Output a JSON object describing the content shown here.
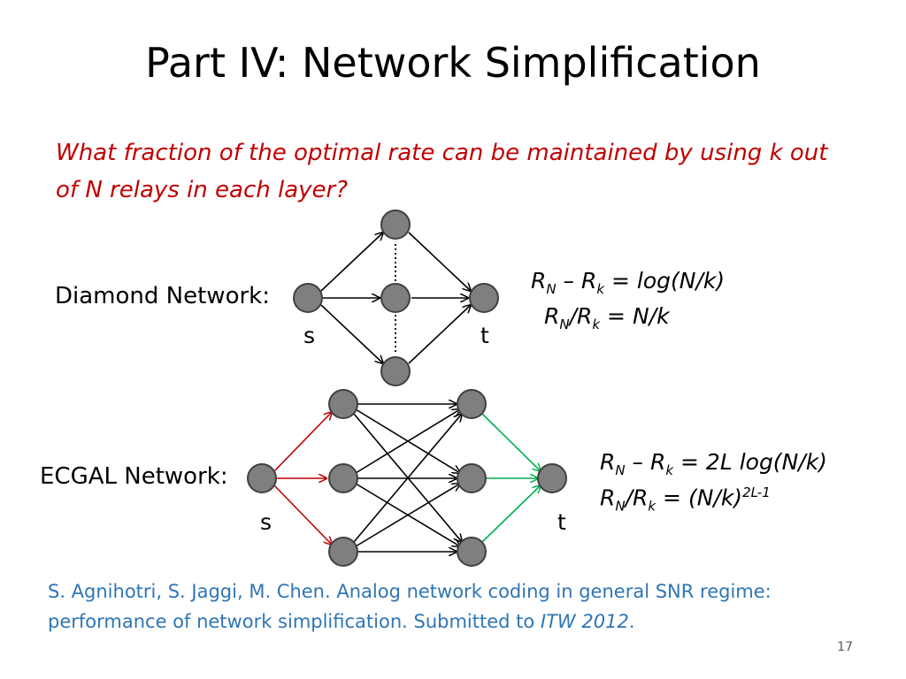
{
  "title": "Part IV: Network Simplification",
  "question": "What fraction of the optimal rate can be maintained by using k out of N relays in each layer?",
  "diamond": {
    "label": "Diamond Network:",
    "source_label": "s",
    "sink_label": "t",
    "formula1": {
      "R": "R",
      "N": "N",
      "dash": " – ",
      "k": "k",
      "rhs": " = log(N/k)"
    },
    "formula2": {
      "R": "R",
      "N": "N",
      "slash": "/",
      "k": "k",
      "rhs": " = N/k"
    }
  },
  "ecgal": {
    "label": "ECGAL Network:",
    "source_label": "s",
    "sink_label": "t",
    "formula1": {
      "R": "R",
      "N": "N",
      "dash": " – ",
      "k": "k",
      "rhs": " = 2L log(N/k)"
    },
    "formula2": {
      "R": "R",
      "N": "N",
      "slash": "/",
      "k": "k",
      "rhs": " = (N/k)",
      "exp": "2L-1"
    }
  },
  "citation": {
    "text": "S. Agnihotri, S. Jaggi, M. Chen. Analog network coding in general SNR regime: performance of network simplification. Submitted to ",
    "venue": "ITW 2012",
    "end": "."
  },
  "slide_number": "17",
  "colors": {
    "node_fill": "#7f7f7f",
    "question": "#c00000",
    "citation": "#2e75b6",
    "red_edge": "#c00000",
    "green_edge": "#00b050"
  }
}
